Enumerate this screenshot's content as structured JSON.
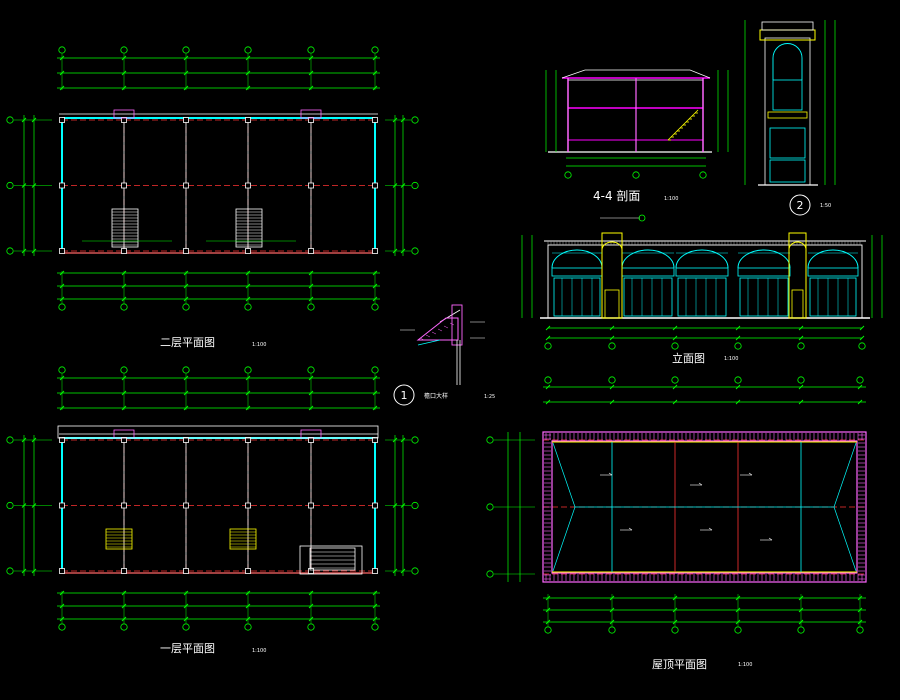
{
  "colors": {
    "background": "#000000",
    "dimension": "#00ff00",
    "wall": "#00ffff",
    "axis": "#ff3333",
    "roof_parapet": "#ff66ff",
    "text": "#ffffff",
    "stair": "#ffff00",
    "structure": "#ff00ff"
  },
  "drawings": {
    "second_floor_plan": {
      "title": "二层平面图",
      "scale": "1:100"
    },
    "first_floor_plan": {
      "title": "一层平面图",
      "scale": "1:100"
    },
    "section_4_4": {
      "title": "4-4 剖面",
      "scale": "1:100"
    },
    "elevation": {
      "title": "立面图",
      "scale": "1:100"
    },
    "roof_plan": {
      "title": "屋顶平面图",
      "scale": "1:100"
    },
    "detail_1": {
      "number": "1",
      "title": "檐口大样",
      "scale": "1:25"
    },
    "detail_2": {
      "number": "2",
      "scale": "1:50"
    }
  }
}
